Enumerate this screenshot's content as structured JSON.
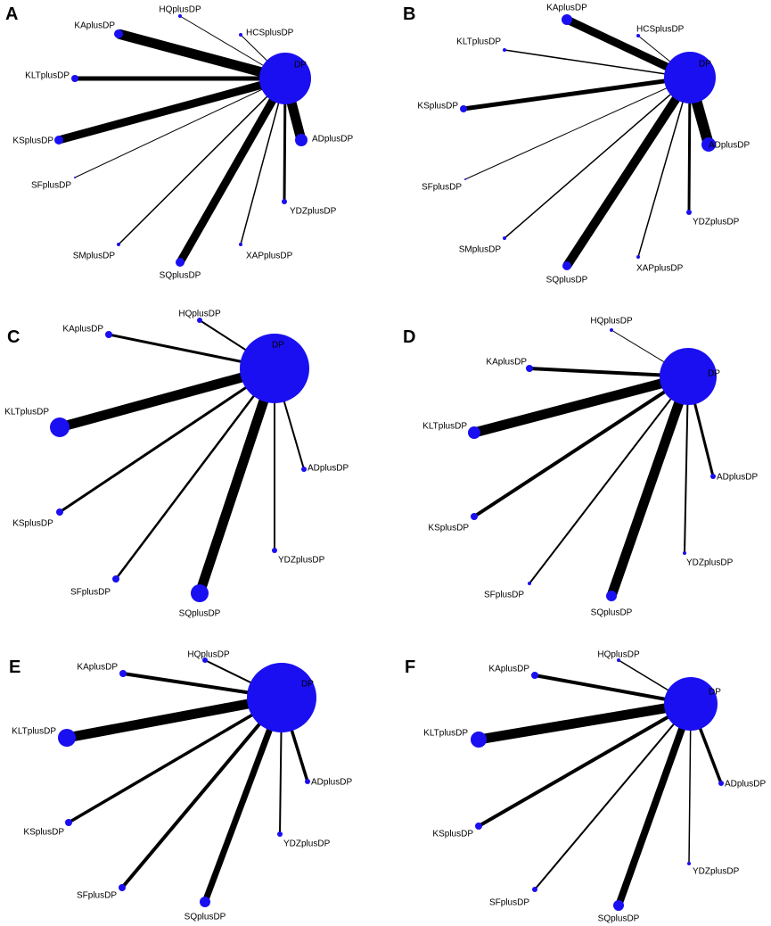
{
  "colors": {
    "node": "#1a0ff0",
    "edge": "#000000",
    "background": "#ffffff"
  },
  "panels": [
    {
      "letter": "A",
      "nodes": [
        {
          "id": "DP",
          "label": "DP"
        },
        {
          "id": "HQplusDP",
          "label": "HQplusDP"
        },
        {
          "id": "HCSplusDP",
          "label": "HCSplusDP"
        },
        {
          "id": "KAplusDP",
          "label": "KAplusDP"
        },
        {
          "id": "KLTplusDP",
          "label": "KLTplusDP"
        },
        {
          "id": "KSplusDP",
          "label": "KSplusDP"
        },
        {
          "id": "ADplusDP",
          "label": "ADplusDP"
        },
        {
          "id": "SFplusDP",
          "label": "SFplusDP"
        },
        {
          "id": "YDZplusDP",
          "label": "YDZplusDP"
        },
        {
          "id": "SMplusDP",
          "label": "SMplusDP"
        },
        {
          "id": "XAPplusDP",
          "label": "XAPplusDP"
        },
        {
          "id": "SQplusDP",
          "label": "SQplusDP"
        }
      ],
      "edges": [
        {
          "from": "DP",
          "to": "HQplusDP"
        },
        {
          "from": "DP",
          "to": "HCSplusDP"
        },
        {
          "from": "DP",
          "to": "KAplusDP"
        },
        {
          "from": "DP",
          "to": "KLTplusDP"
        },
        {
          "from": "DP",
          "to": "KSplusDP"
        },
        {
          "from": "DP",
          "to": "ADplusDP"
        },
        {
          "from": "DP",
          "to": "SFplusDP"
        },
        {
          "from": "DP",
          "to": "YDZplusDP"
        },
        {
          "from": "DP",
          "to": "SMplusDP"
        },
        {
          "from": "DP",
          "to": "XAPplusDP"
        },
        {
          "from": "DP",
          "to": "SQplusDP"
        }
      ]
    },
    {
      "letter": "B",
      "nodes": [
        {
          "id": "DP",
          "label": "DP"
        },
        {
          "id": "KAplusDP",
          "label": "KAplusDP"
        },
        {
          "id": "HCSplusDP",
          "label": "HCSplusDP"
        },
        {
          "id": "KLTplusDP",
          "label": "KLTplusDP"
        },
        {
          "id": "KSplusDP",
          "label": "KSplusDP"
        },
        {
          "id": "ADplusDP",
          "label": "ADplusDP"
        },
        {
          "id": "SFplusDP",
          "label": "SFplusDP"
        },
        {
          "id": "YDZplusDP",
          "label": "YDZplusDP"
        },
        {
          "id": "SMplusDP",
          "label": "SMplusDP"
        },
        {
          "id": "XAPplusDP",
          "label": "XAPplusDP"
        },
        {
          "id": "SQplusDP",
          "label": "SQplusDP"
        }
      ],
      "edges": [
        {
          "from": "DP",
          "to": "KAplusDP"
        },
        {
          "from": "DP",
          "to": "HCSplusDP"
        },
        {
          "from": "DP",
          "to": "KLTplusDP"
        },
        {
          "from": "DP",
          "to": "KSplusDP"
        },
        {
          "from": "DP",
          "to": "ADplusDP"
        },
        {
          "from": "DP",
          "to": "SFplusDP"
        },
        {
          "from": "DP",
          "to": "YDZplusDP"
        },
        {
          "from": "DP",
          "to": "SMplusDP"
        },
        {
          "from": "DP",
          "to": "XAPplusDP"
        },
        {
          "from": "DP",
          "to": "SQplusDP"
        }
      ]
    },
    {
      "letter": "C",
      "nodes": [
        {
          "id": "DP",
          "label": "DP"
        },
        {
          "id": "HQplusDP",
          "label": "HQplusDP"
        },
        {
          "id": "KAplusDP",
          "label": "KAplusDP"
        },
        {
          "id": "KLTplusDP",
          "label": "KLTplusDP"
        },
        {
          "id": "ADplusDP",
          "label": "ADplusDP"
        },
        {
          "id": "KSplusDP",
          "label": "KSplusDP"
        },
        {
          "id": "YDZplusDP",
          "label": "YDZplusDP"
        },
        {
          "id": "SFplusDP",
          "label": "SFplusDP"
        },
        {
          "id": "SQplusDP",
          "label": "SQplusDP"
        }
      ],
      "edges": [
        {
          "from": "DP",
          "to": "HQplusDP"
        },
        {
          "from": "DP",
          "to": "KAplusDP"
        },
        {
          "from": "DP",
          "to": "KLTplusDP"
        },
        {
          "from": "DP",
          "to": "ADplusDP"
        },
        {
          "from": "DP",
          "to": "KSplusDP"
        },
        {
          "from": "DP",
          "to": "YDZplusDP"
        },
        {
          "from": "DP",
          "to": "SFplusDP"
        },
        {
          "from": "DP",
          "to": "SQplusDP"
        }
      ]
    },
    {
      "letter": "D",
      "nodes": [
        {
          "id": "DP",
          "label": "DP"
        },
        {
          "id": "HQplusDP",
          "label": "HQplusDP"
        },
        {
          "id": "KAplusDP",
          "label": "KAplusDP"
        },
        {
          "id": "KLTplusDP",
          "label": "KLTplusDP"
        },
        {
          "id": "ADplusDP",
          "label": "ADplusDP"
        },
        {
          "id": "KSplusDP",
          "label": "KSplusDP"
        },
        {
          "id": "YDZplusDP",
          "label": "YDZplusDP"
        },
        {
          "id": "SFplusDP",
          "label": "SFplusDP"
        },
        {
          "id": "SQplusDP",
          "label": "SQplusDP"
        }
      ],
      "edges": [
        {
          "from": "DP",
          "to": "HQplusDP"
        },
        {
          "from": "DP",
          "to": "KAplusDP"
        },
        {
          "from": "DP",
          "to": "KLTplusDP"
        },
        {
          "from": "DP",
          "to": "ADplusDP"
        },
        {
          "from": "DP",
          "to": "KSplusDP"
        },
        {
          "from": "DP",
          "to": "YDZplusDP"
        },
        {
          "from": "DP",
          "to": "SFplusDP"
        },
        {
          "from": "DP",
          "to": "SQplusDP"
        }
      ]
    },
    {
      "letter": "E",
      "nodes": [
        {
          "id": "DP",
          "label": "DP"
        },
        {
          "id": "HQplusDP",
          "label": "HQplusDP"
        },
        {
          "id": "KAplusDP",
          "label": "KAplusDP"
        },
        {
          "id": "KLTplusDP",
          "label": "KLTplusDP"
        },
        {
          "id": "ADplusDP",
          "label": "ADplusDP"
        },
        {
          "id": "KSplusDP",
          "label": "KSplusDP"
        },
        {
          "id": "YDZplusDP",
          "label": "YDZplusDP"
        },
        {
          "id": "SFplusDP",
          "label": "SFplusDP"
        },
        {
          "id": "SQplusDP",
          "label": "SQplusDP"
        }
      ],
      "edges": [
        {
          "from": "DP",
          "to": "HQplusDP"
        },
        {
          "from": "DP",
          "to": "KAplusDP"
        },
        {
          "from": "DP",
          "to": "KLTplusDP"
        },
        {
          "from": "DP",
          "to": "ADplusDP"
        },
        {
          "from": "DP",
          "to": "KSplusDP"
        },
        {
          "from": "DP",
          "to": "YDZplusDP"
        },
        {
          "from": "DP",
          "to": "SFplusDP"
        },
        {
          "from": "DP",
          "to": "SQplusDP"
        }
      ]
    },
    {
      "letter": "F",
      "nodes": [
        {
          "id": "DP",
          "label": "DP"
        },
        {
          "id": "HQplusDP",
          "label": "HQplusDP"
        },
        {
          "id": "KAplusDP",
          "label": "KAplusDP"
        },
        {
          "id": "KLTplusDP",
          "label": "KLTplusDP"
        },
        {
          "id": "ADplusDP",
          "label": "ADplusDP"
        },
        {
          "id": "KSplusDP",
          "label": "KSplusDP"
        },
        {
          "id": "YDZplusDP",
          "label": "YDZplusDP"
        },
        {
          "id": "SFplusDP",
          "label": "SFplusDP"
        },
        {
          "id": "SQplusDP",
          "label": "SQplusDP"
        }
      ],
      "edges": [
        {
          "from": "DP",
          "to": "HQplusDP"
        },
        {
          "from": "DP",
          "to": "KAplusDP"
        },
        {
          "from": "DP",
          "to": "KLTplusDP"
        },
        {
          "from": "DP",
          "to": "ADplusDP"
        },
        {
          "from": "DP",
          "to": "KSplusDP"
        },
        {
          "from": "DP",
          "to": "YDZplusDP"
        },
        {
          "from": "DP",
          "to": "SFplusDP"
        },
        {
          "from": "DP",
          "to": "SQplusDP"
        }
      ]
    }
  ]
}
